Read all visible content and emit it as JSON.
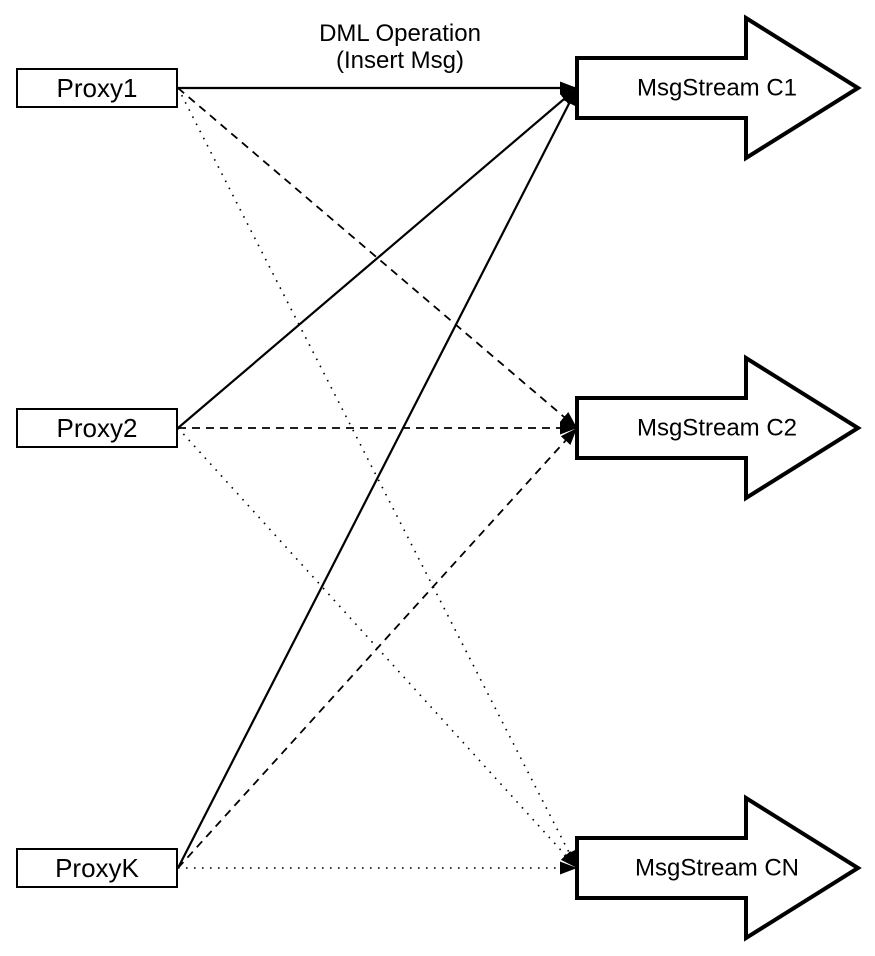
{
  "diagram": {
    "title": {
      "line1": "DML Operation",
      "line2": "(Insert Msg)"
    },
    "colors": {
      "ink": "#000000",
      "background": "#ffffff"
    },
    "nodes": {
      "proxies": [
        {
          "id": "proxy1",
          "label": "Proxy1"
        },
        {
          "id": "proxy2",
          "label": "Proxy2"
        },
        {
          "id": "proxyk",
          "label": "ProxyK"
        }
      ],
      "streams": [
        {
          "id": "c1",
          "label": "MsgStream C1"
        },
        {
          "id": "c2",
          "label": "MsgStream C2"
        },
        {
          "id": "cn",
          "label": "MsgStream CN"
        }
      ]
    },
    "edges": [
      {
        "from": "proxy1",
        "to": "c1",
        "style": "solid"
      },
      {
        "from": "proxy2",
        "to": "c1",
        "style": "solid"
      },
      {
        "from": "proxyk",
        "to": "c1",
        "style": "solid"
      },
      {
        "from": "proxy1",
        "to": "c2",
        "style": "dashed"
      },
      {
        "from": "proxy2",
        "to": "c2",
        "style": "dashed"
      },
      {
        "from": "proxyk",
        "to": "c2",
        "style": "dashed"
      },
      {
        "from": "proxy1",
        "to": "cn",
        "style": "dotted"
      },
      {
        "from": "proxy2",
        "to": "cn",
        "style": "dotted"
      },
      {
        "from": "proxyk",
        "to": "cn",
        "style": "dotted"
      }
    ]
  }
}
